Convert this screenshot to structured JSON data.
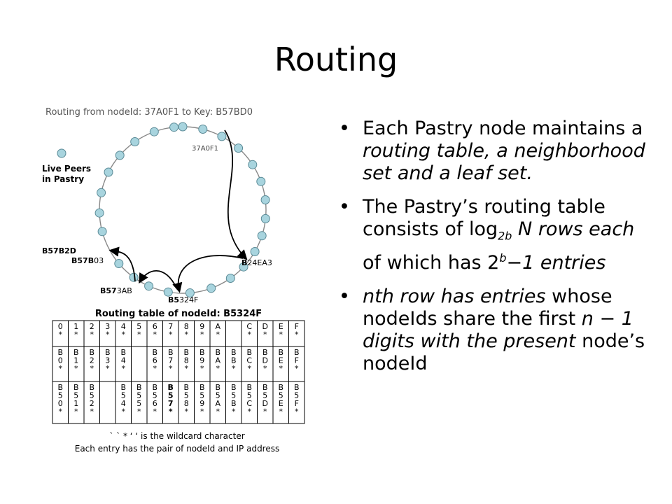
{
  "slide": {
    "title": "Routing"
  },
  "figure": {
    "caption": "Routing from nodeId: 37A0F1 to Key: B57BD0",
    "live_peers_line1": "Live Peers",
    "live_peers_line2": "in Pastry",
    "labels": {
      "n37a0f1": "37A0F1",
      "b24ea3_bold": "B",
      "b24ea3_rest": "24EA3",
      "b5324f_bold": "B5",
      "b5324f_rest": "324F",
      "b573ab_bold": "B57",
      "b573ab_rest": "3AB",
      "b57b03_bold": "B57B",
      "b57b03_rest": "03",
      "b57b2d": "B57B2D"
    },
    "table_title": "Routing table of nodeId: B5324F",
    "table_rows": [
      [
        "0*",
        "1*",
        "2*",
        "3*",
        "4*",
        "5*",
        "6*",
        "7*",
        "8*",
        "9*",
        "A*",
        "",
        "C*",
        "D*",
        "E*",
        "F*"
      ],
      [
        "B0*",
        "B1*",
        "B2*",
        "B3*",
        "B4*",
        "",
        "B6*",
        "B7*",
        "B8*",
        "B9*",
        "BA*",
        "BB*",
        "BC*",
        "BD*",
        "BE*",
        "BF*"
      ],
      [
        "B50*",
        "B51*",
        "B52*",
        "",
        "B54*",
        "B55*",
        "B56*",
        "B57*",
        "B58*",
        "B59*",
        "B5A*",
        "B5B*",
        "B5C*",
        "B5D*",
        "B5E*",
        "B5F*"
      ]
    ],
    "note1": "` ` * ‘ ‘ is the wildcard character",
    "note2": "Each entry has the pair of nodeId and IP address"
  },
  "bullets": {
    "b1_a": "Each Pastry node maintains a ",
    "b1_b": "routing table, a neighborhood set and a leaf set.",
    "b2_a": "The Pastry’s routing table consists of log",
    "b2_sub": "2b",
    "b2_b": " N rows each",
    "b2_c": " of which has 2",
    "b2_sup": "b",
    "b2_d": "−1 entries",
    "b3_a": "nth row has entries",
    "b3_b": " whose nodeIds share the first ",
    "b3_c": "n − 1 digits with the present",
    "b3_d": " node’s nodeId"
  },
  "colors": {
    "node_fill": "#a8d4de",
    "node_stroke": "#5a8a96",
    "ring": "#888888"
  }
}
